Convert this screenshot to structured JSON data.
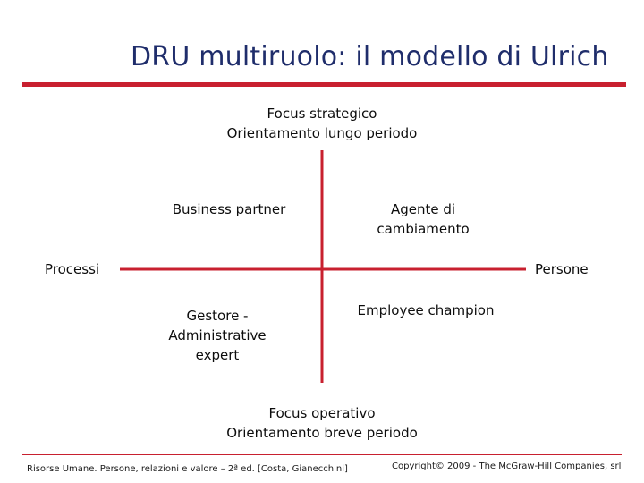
{
  "title": "DRU multiruolo: il modello di Ulrich",
  "axes": {
    "top": [
      "Focus strategico",
      "Orientamento lungo periodo"
    ],
    "bottom": [
      "Focus operativo",
      "Orientamento breve periodo"
    ],
    "left": "Processi",
    "right": "Persone"
  },
  "quadrants": {
    "top_left": [
      "Business partner"
    ],
    "top_right": [
      "Agente di",
      "cambiamento"
    ],
    "bottom_left": [
      "Gestore -",
      "Administrative",
      "expert"
    ],
    "bottom_right": [
      "Employee champion"
    ]
  },
  "footer": {
    "left": "Risorse Umane. Persone, relazioni e valore – 2ª ed. [Costa, Gianecchini]",
    "right": "Copyright© 2009 - The McGraw-Hill Companies, srl"
  },
  "colors": {
    "title": "#1f2d6b",
    "accent": "#c8202f",
    "axis": "#c8202f"
  }
}
